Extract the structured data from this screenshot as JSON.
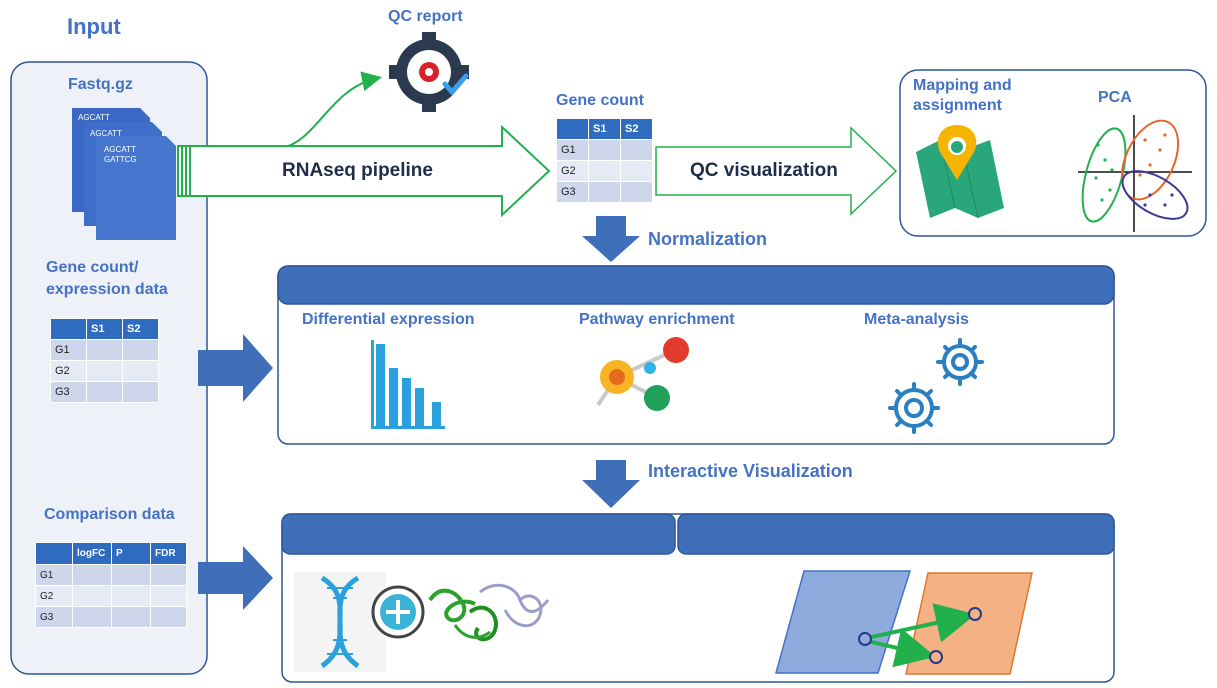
{
  "input": {
    "title": "Input",
    "fastq_label": "Fastq.gz",
    "fastq_seq": [
      "AGCATT",
      "AGCATT",
      "AGCATT",
      "GATTCG"
    ],
    "gene_count_label_1": "Gene count/",
    "gene_count_label_2": "expression data",
    "comparison_label": "Comparison data"
  },
  "qc_report_label": "QC report",
  "pipeline_label": "RNAseq pipeline",
  "gene_count": {
    "title": "Gene count",
    "headers": [
      "",
      "S1",
      "S2"
    ],
    "rows": [
      "G1",
      "G2",
      "G3"
    ]
  },
  "qc_visualization_label": "QC visualization",
  "qc_box": {
    "mapping_label_1": "Mapping and",
    "mapping_label_2": "assignment",
    "pca_label": "PCA"
  },
  "normalization_label": "Normalization",
  "analysis": {
    "differential_expression": "Differential expression",
    "pathway_enrichment": "Pathway enrichment",
    "meta_analysis": "Meta-analysis"
  },
  "interactive_label": "Interactive Visualization",
  "comparison_table": {
    "headers": [
      "",
      "logFC",
      "P",
      "FDR"
    ],
    "rows": [
      "G1",
      "G2",
      "G3"
    ]
  },
  "colors": {
    "accent_blue": "#4472c4",
    "band_blue": "#3f6fb8",
    "green_arrow": "#21b04b",
    "orange": "#f4a460"
  }
}
